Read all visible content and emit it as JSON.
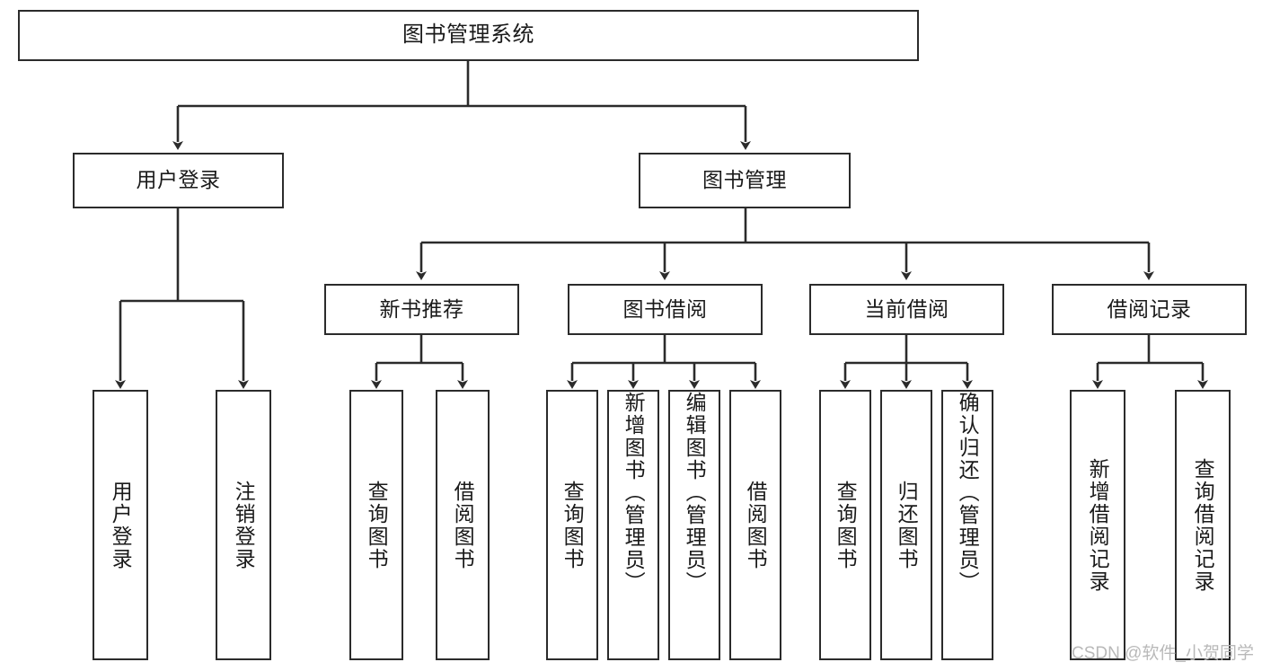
{
  "diagram": {
    "type": "tree",
    "title": "图书管理系统",
    "orientation": "top-down",
    "colors": {
      "box_border": "#2b2b2b",
      "box_fill": "#ffffff",
      "edge": "#2b2b2b",
      "text": "#1a1a1a",
      "watermark": "#b9b9b9",
      "background": "#ffffff"
    },
    "watermark": "CSDN @软件_小贺同学",
    "nodes": {
      "root": {
        "label": "图书管理系统"
      },
      "level1": [
        {
          "label": "用户登录"
        },
        {
          "label": "图书管理"
        }
      ],
      "level2": [
        {
          "label": "新书推荐"
        },
        {
          "label": "图书借阅"
        },
        {
          "label": "当前借阅"
        },
        {
          "label": "借阅记录"
        }
      ],
      "leaves": {
        "user_login": [
          {
            "label": "用户登录"
          },
          {
            "label": "注销登录"
          }
        ],
        "new_book_recommend": [
          {
            "label": "查询图书"
          },
          {
            "label": "借阅图书"
          }
        ],
        "book_borrow": [
          {
            "label": "查询图书"
          },
          {
            "label": "新增图书（管理员）"
          },
          {
            "label": "编辑图书（管理员）"
          },
          {
            "label": "借阅图书"
          }
        ],
        "current_borrow": [
          {
            "label": "查询图书"
          },
          {
            "label": "归还图书"
          },
          {
            "label": "确认归还（管理员）"
          }
        ],
        "borrow_record": [
          {
            "label": "新增借阅记录"
          },
          {
            "label": "查询借阅记录"
          }
        ]
      }
    }
  }
}
